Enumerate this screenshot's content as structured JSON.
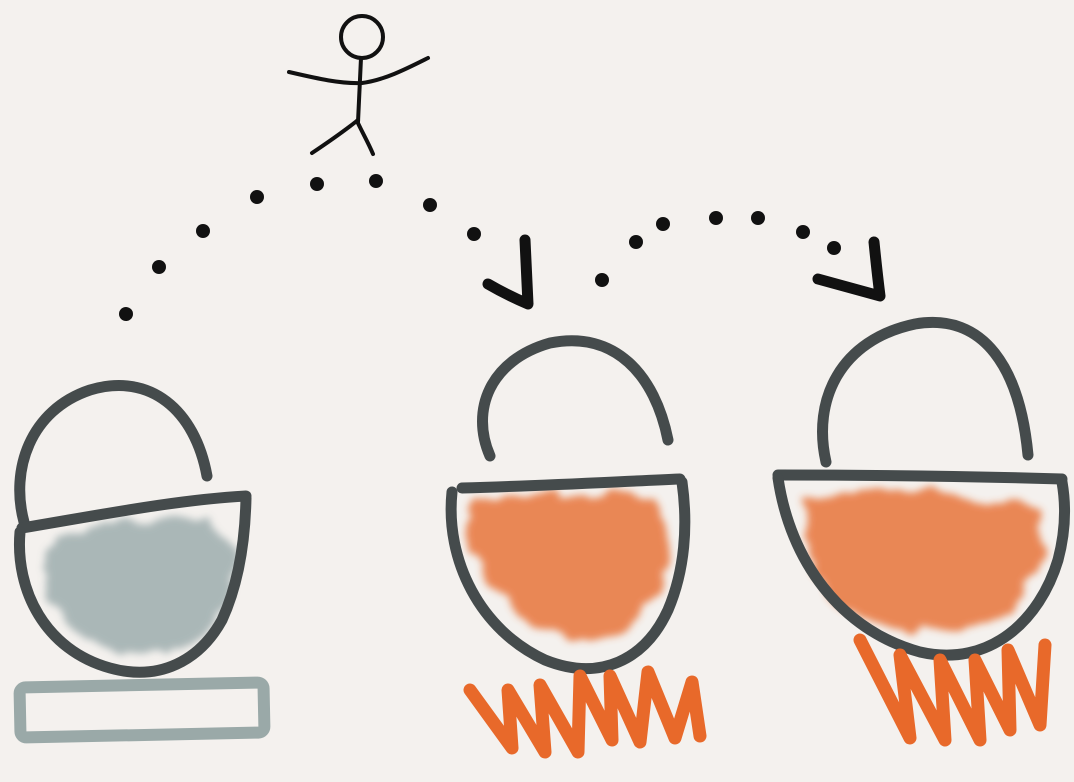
{
  "scene": {
    "description_visible_text": "",
    "figure": "stick-figure-icon",
    "colors": {
      "background": "#f4f1ee",
      "outline": "#454b4c",
      "cold_fill": "#9eadae",
      "hot_fill": "#e8743a",
      "flame": "#e8692a",
      "base_plate": "#9aa9a8",
      "dots": "#111111"
    },
    "pots": [
      {
        "name": "cold-pot",
        "state": "cold",
        "base": "plate"
      },
      {
        "name": "hot-pot-1",
        "state": "hot",
        "base": "flame"
      },
      {
        "name": "hot-pot-2",
        "state": "hot",
        "base": "flame"
      }
    ],
    "paths": [
      {
        "name": "jump-path-1",
        "from": "cold-pot",
        "to": "hot-pot-1"
      },
      {
        "name": "jump-path-2",
        "from": "hot-pot-1",
        "to": "hot-pot-2"
      }
    ]
  }
}
